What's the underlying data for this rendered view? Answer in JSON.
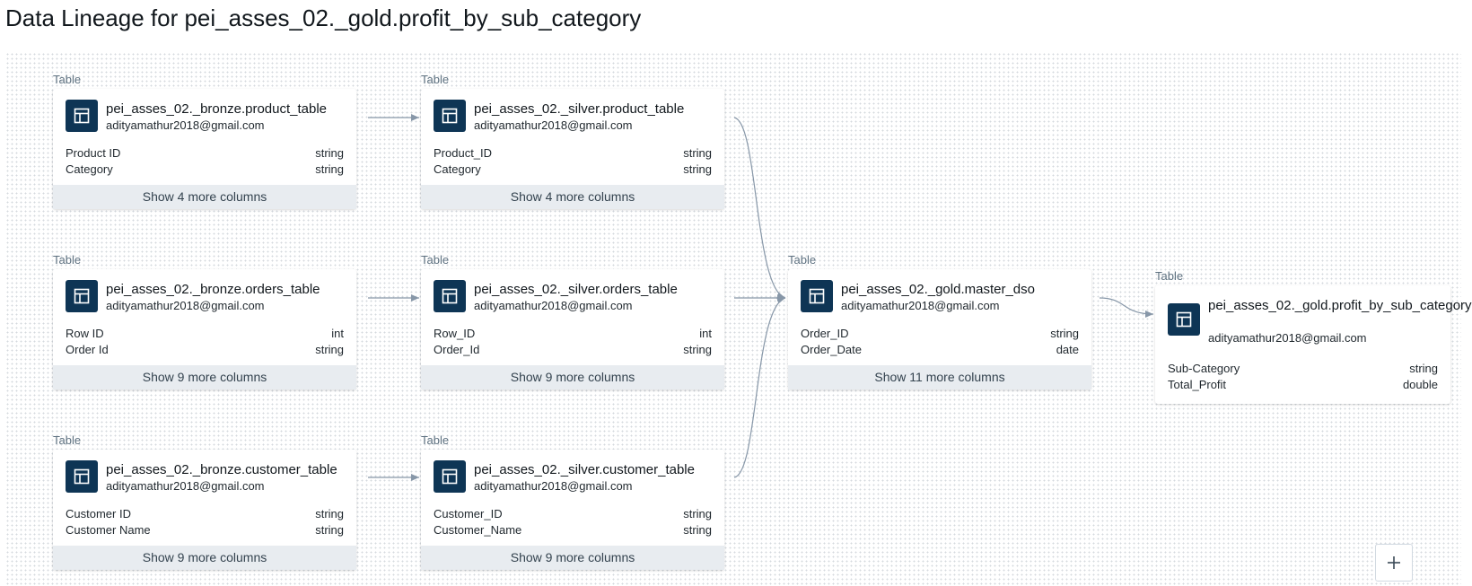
{
  "page": {
    "title": "Data Lineage for pei_asses_02._gold.profit_by_sub_category"
  },
  "icons": {
    "table": "table-grid-icon",
    "zoom_in": "plus-icon"
  },
  "nodes": [
    {
      "label": "Table",
      "name": "pei_asses_02._bronze.product_table",
      "owner": "adityamathur2018@gmail.com",
      "columns": [
        {
          "name": "Product ID",
          "type": "string"
        },
        {
          "name": "Category",
          "type": "string"
        }
      ],
      "more": "Show 4 more columns"
    },
    {
      "label": "Table",
      "name": "pei_asses_02._silver.product_table",
      "owner": "adityamathur2018@gmail.com",
      "columns": [
        {
          "name": "Product_ID",
          "type": "string"
        },
        {
          "name": "Category",
          "type": "string"
        }
      ],
      "more": "Show 4 more columns"
    },
    {
      "label": "Table",
      "name": "pei_asses_02._bronze.orders_table",
      "owner": "adityamathur2018@gmail.com",
      "columns": [
        {
          "name": "Row ID",
          "type": "int"
        },
        {
          "name": "Order Id",
          "type": "string"
        }
      ],
      "more": "Show 9 more columns"
    },
    {
      "label": "Table",
      "name": "pei_asses_02._silver.orders_table",
      "owner": "adityamathur2018@gmail.com",
      "columns": [
        {
          "name": "Row_ID",
          "type": "int"
        },
        {
          "name": "Order_Id",
          "type": "string"
        }
      ],
      "more": "Show 9 more columns"
    },
    {
      "label": "Table",
      "name": "pei_asses_02._gold.master_dso",
      "owner": "adityamathur2018@gmail.com",
      "columns": [
        {
          "name": "Order_ID",
          "type": "string"
        },
        {
          "name": "Order_Date",
          "type": "date"
        }
      ],
      "more": "Show 11 more columns"
    },
    {
      "label": "Table",
      "name": "pei_asses_02._gold.profit_by_sub_category",
      "owner": "adityamathur2018@gmail.com",
      "columns": [
        {
          "name": "Sub-Category",
          "type": "string"
        },
        {
          "name": "Total_Profit",
          "type": "double"
        }
      ]
    },
    {
      "label": "Table",
      "name": "pei_asses_02._bronze.customer_table",
      "owner": "adityamathur2018@gmail.com",
      "columns": [
        {
          "name": "Customer ID",
          "type": "string"
        },
        {
          "name": "Customer Name",
          "type": "string"
        }
      ],
      "more": "Show 9 more columns"
    },
    {
      "label": "Table",
      "name": "pei_asses_02._silver.customer_table",
      "owner": "adityamathur2018@gmail.com",
      "columns": [
        {
          "name": "Customer_ID",
          "type": "string"
        },
        {
          "name": "Customer_Name",
          "type": "string"
        }
      ],
      "more": "Show 9 more columns"
    }
  ]
}
